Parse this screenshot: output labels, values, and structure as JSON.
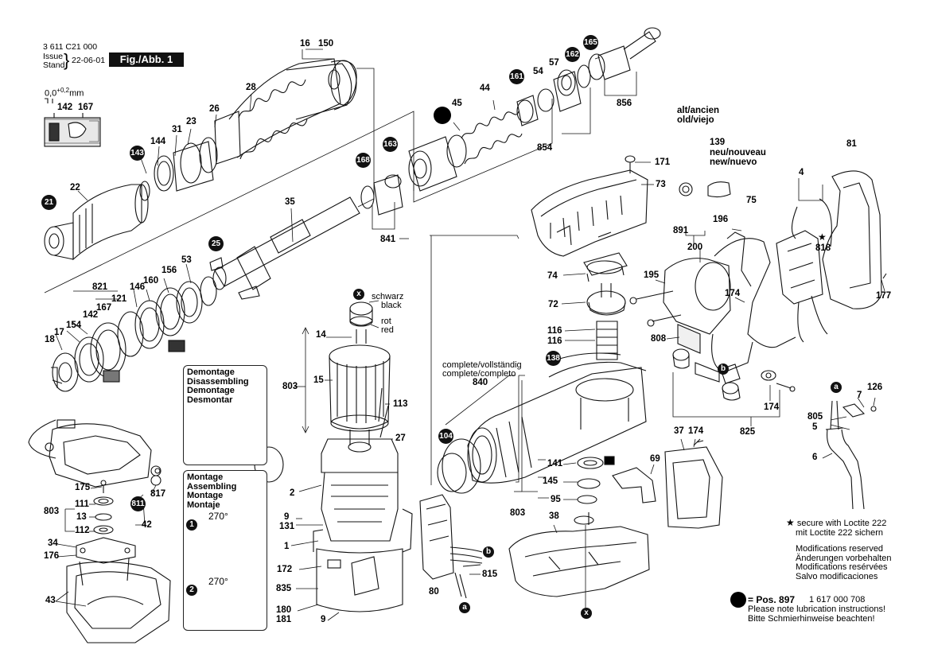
{
  "header": {
    "part_number": "3 611 C21 000",
    "issue_label": "Issue",
    "stand_label": "Stand",
    "issue_date": "22-06-01",
    "figure": "Fig./Abb. 1",
    "tolerance_base": "0,0",
    "tolerance_sup": "+0,2",
    "tolerance_unit": "mm"
  },
  "labels": {
    "n16": "16",
    "n150": "150",
    "n28": "28",
    "n26": "26",
    "n23": "23",
    "n31": "31",
    "n144": "144",
    "n22": "22",
    "n142a": "142",
    "n167a": "167",
    "n35": "35",
    "n53": "53",
    "n156": "156",
    "n160": "160",
    "n146": "146",
    "n821": "821",
    "n121": "121",
    "n167b": "167",
    "n142b": "142",
    "n154": "154",
    "n17": "17",
    "n18": "18",
    "n45": "45",
    "n44": "44",
    "n54": "54",
    "n57": "57",
    "n856": "856",
    "n854": "854",
    "n841": "841",
    "n171": "171",
    "n73": "73",
    "n139": "139",
    "n81": "81",
    "n4": "4",
    "n75": "75",
    "n196": "196",
    "n891": "891",
    "n200": "200",
    "n818": "818",
    "n74": "74",
    "n195": "195",
    "n72": "72",
    "n174a": "174",
    "n177": "177",
    "n116a": "116",
    "n116b": "116",
    "n808": "808",
    "n174b": "174",
    "n825": "825",
    "n126": "126",
    "n7": "7",
    "n805": "805",
    "n5": "5",
    "n6": "6",
    "n14": "14",
    "n803a": "803",
    "n15": "15",
    "n113": "113",
    "n27": "27",
    "n2": "2",
    "n9a": "9",
    "n131": "131",
    "n1": "1",
    "n172": "172",
    "n835": "835",
    "n180": "180",
    "n181": "181",
    "n9b": "9",
    "n80": "80",
    "n815": "815",
    "n840": "840",
    "n141": "141",
    "n145": "145",
    "n95": "95",
    "n803b": "803",
    "n38": "38",
    "n69": "69",
    "n37": "37",
    "n174c": "174",
    "n175": "175",
    "n111": "111",
    "n13": "13",
    "n112": "112",
    "n803c": "803",
    "n817": "817",
    "n42": "42",
    "n34": "34",
    "n176": "176",
    "n43": "43"
  },
  "badges": {
    "b21": "21",
    "b143": "143",
    "b25": "25",
    "b168": "168",
    "b163": "163",
    "b161": "161",
    "b162": "162",
    "b165": "165",
    "b138": "138",
    "b104": "104",
    "b811": "811",
    "bx1": "x",
    "bx2": "x",
    "ba1": "a",
    "ba2": "a",
    "bb1": "b",
    "bb2": "b"
  },
  "notes": {
    "alt_ancien": "alt/ancien",
    "old_viejo": "old/viejo",
    "neu_nouveau": "neu/nouveau",
    "new_nuevo": "new/nuevo",
    "schwarz": "schwarz",
    "black": "black",
    "rot": "rot",
    "red": "red",
    "complete_vollstaendig": "complete/vollständig",
    "complete_completo": "complete/completo",
    "star": "★"
  },
  "demontage_panel": {
    "lines": [
      "Demontage",
      "Disassembling",
      "Demontage",
      "Desmontar"
    ]
  },
  "montage_panel": {
    "lines": [
      "Montage",
      "Assembling",
      "Montage",
      "Montaje"
    ],
    "step1": "1",
    "step2": "2",
    "angle1": "270°",
    "angle2": "270°"
  },
  "legend": {
    "loctite_1": "secure with Loctite 222",
    "loctite_2": "mit Loctite 222 sichern",
    "mods": [
      "Modifications reserved",
      "Änderungen vorbehalten",
      "Modifications resérvées",
      "Salvo modificaciones"
    ],
    "pos_label": "= Pos. 897",
    "pos_number": "1 617 000 708",
    "lube_en": "Please note lubrication instructions!",
    "lube_de": "Bitte Schmierhinweise beachten!"
  },
  "colors": {
    "ink": "#000000",
    "badge_fill": "#111111",
    "paper": "#ffffff",
    "hatch": "#555555"
  }
}
